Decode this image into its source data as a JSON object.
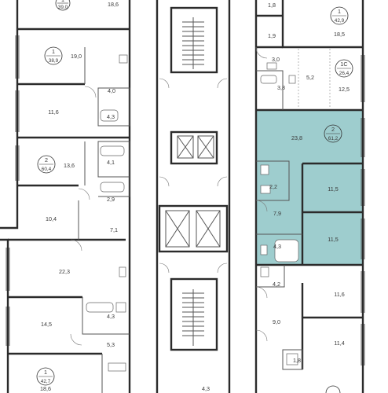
{
  "colors": {
    "wall": "#2b2b2b",
    "highlight_fill": "#9ecdce",
    "highlight_stroke": "#5a9a9c",
    "text": "#3a3a3a",
    "background": "#ffffff"
  },
  "apartments": [
    {
      "id": "apt-left-top",
      "rooms_count": "1",
      "area": "39,0"
    },
    {
      "id": "apt-left-38",
      "rooms_count": "1",
      "area": "38,9"
    },
    {
      "id": "apt-left-60",
      "rooms_count": "2",
      "area": "60,4"
    },
    {
      "id": "apt-left-42",
      "rooms_count": "1",
      "area": "42,7"
    },
    {
      "id": "apt-right-42",
      "rooms_count": "1",
      "area": "42,9"
    },
    {
      "id": "apt-right-1c",
      "rooms_count": "1C",
      "area": "26,4"
    },
    {
      "id": "apt-right-61",
      "rooms_count": "2",
      "area": "61,2",
      "highlighted": true
    }
  ],
  "rooms": {
    "left": [
      "18,6",
      "19,0",
      "4,0",
      "11,6",
      "4,3",
      "13,6",
      "4,1",
      "2,9",
      "10,4",
      "7,1",
      "22,3",
      "14,5",
      "4,3",
      "5,3",
      "18,6"
    ],
    "center": [
      "4,3"
    ],
    "right": [
      "1,8",
      "18,5",
      "1,9",
      "3,0",
      "5,2",
      "12,5",
      "3,8",
      "23,8",
      "2,2",
      "11,5",
      "7,9",
      "11,5",
      "4,3",
      "4,2",
      "11,6",
      "9,0",
      "11,4",
      "1,8"
    ]
  }
}
